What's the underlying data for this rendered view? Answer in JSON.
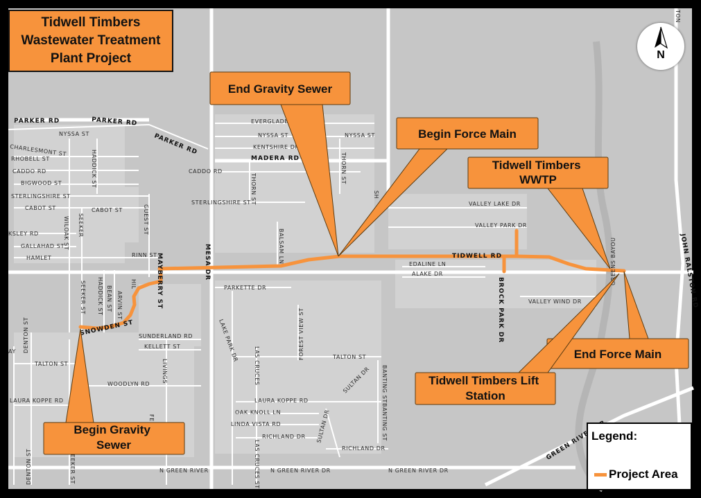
{
  "title": "Tidwell Timbers\nWastewater Treatment\nPlant Project",
  "north_label": "N",
  "legend": {
    "title": "Legend:",
    "item_label": "Project Area",
    "item_color": "#F7933C"
  },
  "colors": {
    "map_background": "#C6C6C6",
    "block_fill": "#D7D7D7",
    "road": "#FFFFFF",
    "project": "#F7933C"
  },
  "callouts": {
    "end_gravity_sewer": "End Gravity Sewer",
    "begin_force_main": "Begin Force Main",
    "wwtp": "Tidwell Timbers\nWWTP",
    "end_force_main": "End Force Main",
    "lift_station": "Tidwell Timbers Lift\nStation",
    "begin_gravity_sewer": "Begin Gravity\nSewer"
  },
  "streets": {
    "parker_rd_1": "PARKER RD",
    "parker_rd_2": "PARKER RD",
    "parker_rd_3": "PARKER RD",
    "madera_rd": "MADERA RD",
    "tidwell_rd": "TIDWELL RD",
    "mayberry_st": "MAYBERRY ST",
    "mesa_dr": "MESA DR",
    "brock_park_dr": "BROCK PARK DR",
    "snowden_st": "SNOWDEN ST",
    "john_ralston_rd": "JOHN RALSTON RD",
    "green_river_dr": "GREEN RIVER DR",
    "n_green_river_1": "N GREEN RIVER",
    "n_green_river_2": "N GREEN RIVER DR",
    "n_green_river_3": "N GREEN RIVER DR",
    "nyssa_st_1": "NYSSA ST",
    "nyssa_st_2": "NYSSA ST",
    "nyssa_st_3": "NYSSA ST",
    "everglade_dr": "EVERGLADE DR",
    "kentshire_dr": "KENTSHIRE DR",
    "caddo_rd_1": "CADDO RD",
    "caddo_rd_2": "CADDO RD",
    "charlesmont_st": "CHARLESMONT ST",
    "rhobell_st": "RHOBELL ST",
    "bigwood_st": "BIGWOOD ST",
    "sterlingshire_st_1": "STERLINGSHIRE ST",
    "sterlingshire_st_2": "STERLINGSHIRE ST",
    "cabot_st_1": "CABOT ST",
    "cabot_st_2": "CABOT ST",
    "ksley_rd": "KSLEY RD",
    "gallahad_st": "GALLAHAD ST",
    "hamlet": "HAMLET",
    "rinn_st": "RINN ST",
    "haddick_st_1": "HADDICK ST",
    "haddick_st_2": "HADDICK ST",
    "wiloak_st": "WILOAK ST",
    "seeker_1": "SEEKER",
    "seeker_st": "SEEKER ST",
    "guest_st": "GUEST ST",
    "thorn_st_1": "THORN ST",
    "thorn_st_2": "THORN ST",
    "balsam_ln": "BALSAM LN",
    "parkette_dr": "PARKETTE DR",
    "valley_lake_dr": "VALLEY LAKE DR",
    "valley_park_dr": "VALLEY PARK DR",
    "edaline_ln": "EDALINE LN",
    "alake_dr": "ALAKE DR",
    "valley_wind_dr": "VALLEY WIND DR",
    "bean_st": "BEAN ST",
    "arvin_st": "ARVIN ST",
    "hil": "HIL",
    "sunderland_rd": "SUNDERLAND RD",
    "kellett_st": "KELLETT ST",
    "livings": "LIVINGS",
    "woodlyn_rd": "WOODLYN RD",
    "lake_park_dr": "LAKE PARK DR",
    "las_cruces_1": "LAS CRUCES",
    "las_cruces_2": "LAS CRUCES ST",
    "forest_view_st": "FOREST VIEW ST",
    "talton_st_1": "TALTON ST",
    "talton_st_2": "TALTON ST",
    "sultan_dr_1": "SULTAN DR",
    "sultan_dr_2": "SULTAN DR",
    "banting_st_1": "BANTING ST",
    "banting_st_2": "BANTING ST",
    "laura_koppe_1": "LAURA KOPPE RD",
    "laura_koppe_2": "LAURA KOPPE RD",
    "oak_knoll_ln": "OAK KNOLL LN",
    "linda_vista_rd": "LINDA VISTA RD",
    "richland_dr_1": "RICHLAND DR",
    "richland_dr_2": "RICHLAND DR",
    "denton_st_1": "DENTON ST",
    "denton_st_2": "DENTON ST",
    "seeker_st_2": "SEEKER ST",
    "ay": "AY",
    "fe": "FE",
    "green_bayou": "GREENS BAYOU",
    "ton": "TON",
    "sh": "SH"
  }
}
